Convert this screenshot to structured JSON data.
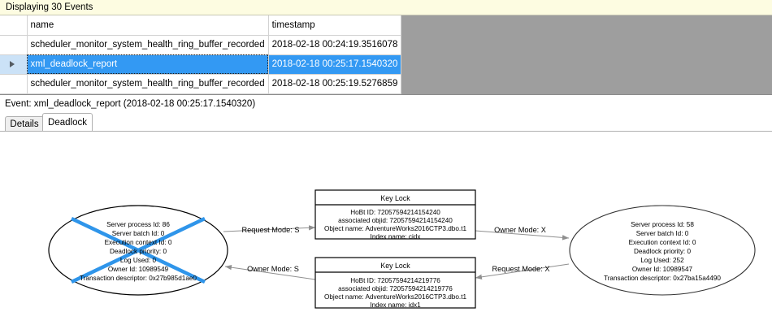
{
  "banner": {
    "text": "Displaying 30 Events"
  },
  "grid": {
    "columns": [
      "",
      "name",
      "timestamp"
    ],
    "rows": [
      {
        "selected": false,
        "selector": "",
        "name": "scheduler_monitor_system_health_ring_buffer_recorded",
        "timestamp": "2018-02-18 00:24:19.3516078"
      },
      {
        "selected": true,
        "selector": "row-pointer",
        "name": "xml_deadlock_report",
        "timestamp": "2018-02-18 00:25:17.1540320"
      },
      {
        "selected": false,
        "selector": "",
        "name": "scheduler_monitor_system_health_ring_buffer_recorded",
        "timestamp": "2018-02-18 00:25:19.5276859"
      }
    ]
  },
  "event_header": {
    "text": "Event: xml_deadlock_report (2018-02-18 00:25:17.1540320)"
  },
  "tabs": [
    {
      "label": "Details",
      "active": false
    },
    {
      "label": "Deadlock",
      "active": true
    }
  ],
  "deadlock_graph": {
    "victim_marker_color": "#2f95ea",
    "process_left": {
      "is_victim": true,
      "lines": [
        "Server process Id: 86",
        "Server batch Id: 0",
        "Execution context Id: 0",
        "Deadlock priority: 0",
        "Log Used: 0",
        "Owner Id: 10989549",
        "Transaction descriptor: 0x27b985d1ae0"
      ]
    },
    "process_right": {
      "is_victim": false,
      "lines": [
        "Server process Id: 58",
        "Server batch Id: 0",
        "Execution context Id: 0",
        "Deadlock priority: 0",
        "Log Used: 252",
        "Owner Id: 10989547",
        "Transaction descriptor: 0x27ba15a4490"
      ]
    },
    "resource_top": {
      "title": "Key Lock",
      "lines": [
        "HoBt ID: 72057594214154240",
        "associated objid: 72057594214154240",
        "Object name: AdventureWorks2016CTP3.dbo.t1",
        "Index name: cidx"
      ]
    },
    "resource_bottom": {
      "title": "Key Lock",
      "lines": [
        "HoBt ID: 72057594214219776",
        "associated objid: 72057594214219776",
        "Object name: AdventureWorks2016CTP3.dbo.t1",
        "Index name: idx1"
      ]
    },
    "edges": [
      {
        "id": "left-requests-top",
        "label": "Request Mode: S"
      },
      {
        "id": "top-owned-by-right",
        "label": "Owner Mode: X"
      },
      {
        "id": "bottom-owned-by-left",
        "label": "Owner Mode: S"
      },
      {
        "id": "right-requests-bottom",
        "label": "Request Mode: X"
      }
    ]
  }
}
